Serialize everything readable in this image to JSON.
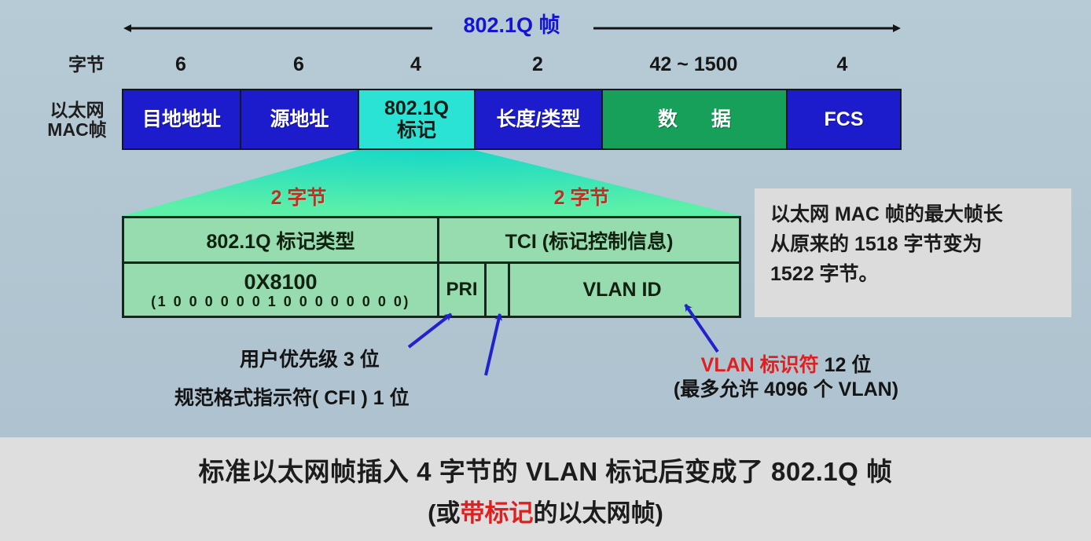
{
  "span": {
    "label": "802.1Q 帧",
    "arrow_color": "#141414",
    "label_color": "#1414d2"
  },
  "row_labels": {
    "bytes": "字节",
    "mac_frame": "以太网\nMAC帧"
  },
  "frame": {
    "byte_counts": [
      "6",
      "6",
      "4",
      "2",
      "42 ~ 1500",
      "4"
    ],
    "fields": [
      {
        "label": "目地地址",
        "color": "#1c1ccc"
      },
      {
        "label": "源地址",
        "color": "#1c1ccc"
      },
      {
        "label": "802.1Q\n标记",
        "line1": "802.1Q",
        "line2": "标记",
        "color": "#2ae3d4"
      },
      {
        "label": "长度/类型",
        "color": "#1c1ccc"
      },
      {
        "label": "数  据",
        "color": "#17a05a"
      },
      {
        "label": "FCS",
        "color": "#1c1ccc"
      }
    ]
  },
  "tag_detail": {
    "two_byte_left": "2 字节",
    "two_byte_right": "2 字节",
    "two_byte_color": "#c03020",
    "row_top": {
      "tag_type": "802.1Q 标记类型",
      "tci": "TCI (标记控制信息)"
    },
    "row_bottom": {
      "hex": "0X8100",
      "binary": "(1 0 0 0 0 0 0 1 0 0 0 0 0 0 0 0)",
      "pri": "PRI",
      "cfi": "",
      "vlan_id": "VLAN ID"
    }
  },
  "annotations": {
    "pri": "用户优先级 3 位",
    "cfi": "规范格式指示符( CFI ) 1 位",
    "vlan_line1_red": "VLAN 标识符",
    "vlan_line1_black": " 12 位",
    "vlan_line2": "(最多允许 4096 个 VLAN)",
    "red_color": "#e02020",
    "arrow_color": "#2222cc"
  },
  "info_box": {
    "line1": "以太网 MAC 帧的最大帧长",
    "line2": "从原来的 1518 字节变为",
    "line3": "1522 字节。"
  },
  "caption": {
    "line1": "标准以太网帧插入 4 字节的 VLAN 标记后变成了 802.1Q 帧",
    "line2_pre": "(或",
    "line2_red": "带标记",
    "line2_post": "的以太网帧)"
  }
}
